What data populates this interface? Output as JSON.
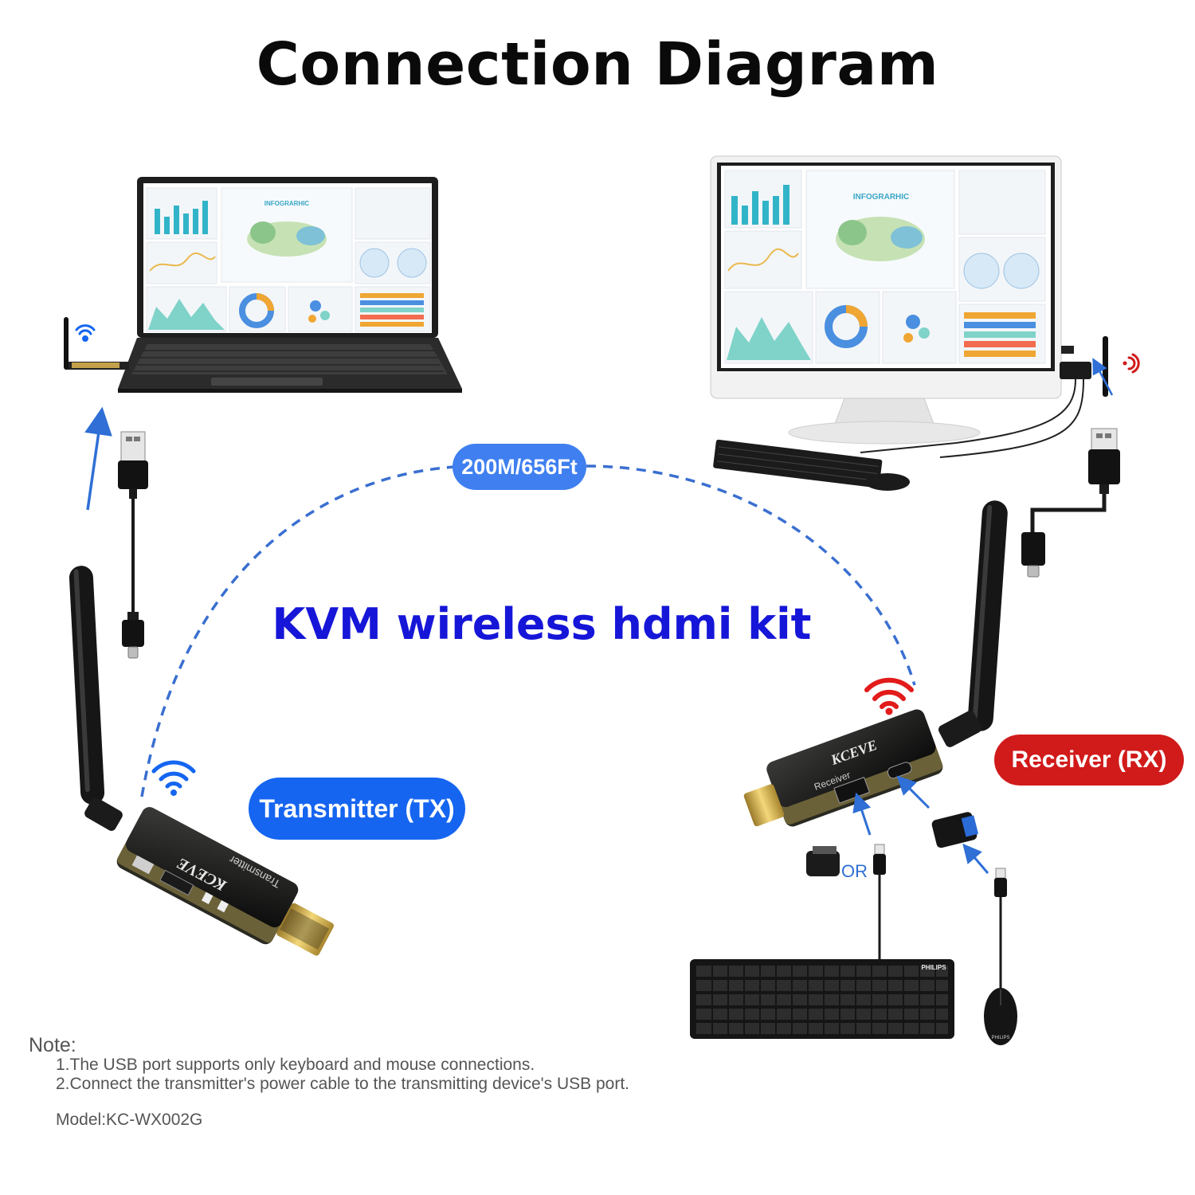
{
  "title": "Connection Diagram",
  "kit_title": "KVM wireless hdmi kit",
  "range_label": "200M/656Ft",
  "transmitter_label": "Transmitter  (TX)",
  "receiver_label": "Receiver  (RX)",
  "or_label": "OR",
  "screen_infographic_label": "INFOGRARHIC",
  "device_brand": "KCEVE",
  "transmitter_device_text": "Transmitter",
  "receiver_device_text": "Receiver",
  "keyboard_brand": "PHILIPS",
  "mouse_brand": "PHILIPS",
  "note": {
    "heading": "Note:",
    "line1": "1.The USB port supports only keyboard and mouse connections.",
    "line2": "2.Connect the transmitter's power cable to the transmitting device's USB port."
  },
  "model": "Model:KC-WX002G",
  "colors": {
    "tx_blue": "#1565f0",
    "range_blue": "#3f7ff0",
    "rx_red": "#d11a1a",
    "kit_title_blue": "#1616d8",
    "link_dash_blue": "#3a6fd0",
    "arrow_blue": "#2f6fd6"
  }
}
